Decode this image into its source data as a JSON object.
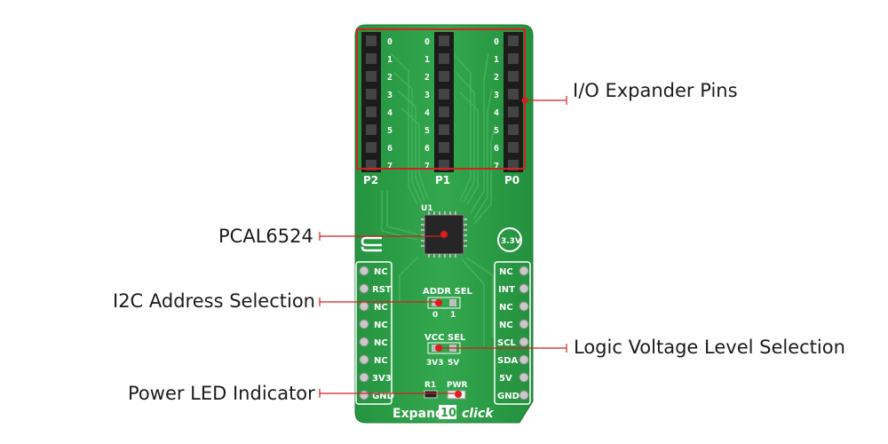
{
  "callouts": {
    "io_expander": "I/O Expander Pins",
    "chip": "PCAL6524",
    "i2c_address": "I2C Address Selection",
    "logic_voltage": "Logic Voltage Level Selection",
    "power_led": "Power LED Indicator"
  },
  "board": {
    "name_prefix": "Expand",
    "name_number": "10",
    "name_suffix": "click",
    "chip_ref": "U1",
    "port_labels": [
      "P2",
      "P1",
      "P0"
    ],
    "pin_numbers": [
      "0",
      "1",
      "2",
      "3",
      "4",
      "5",
      "6",
      "7"
    ],
    "left_header": [
      "NC",
      "RST",
      "NC",
      "NC",
      "NC",
      "NC",
      "3V3",
      "GND"
    ],
    "right_header": [
      "NC",
      "INT",
      "NC",
      "NC",
      "SCL",
      "SDA",
      "5V",
      "GND"
    ],
    "addr_sel_label": "ADDR SEL",
    "addr_sel_options": [
      "0",
      "1"
    ],
    "vcc_sel_label": "VCC SEL",
    "vcc_sel_options": [
      "3V3",
      "5V"
    ],
    "r1_label": "R1",
    "pwr_label": "PWR",
    "voltage_badge": "3.3V"
  },
  "colors": {
    "pcb_green": "#2e9e48",
    "highlight_red": "#d42020",
    "silk_white": "#ffffff"
  }
}
